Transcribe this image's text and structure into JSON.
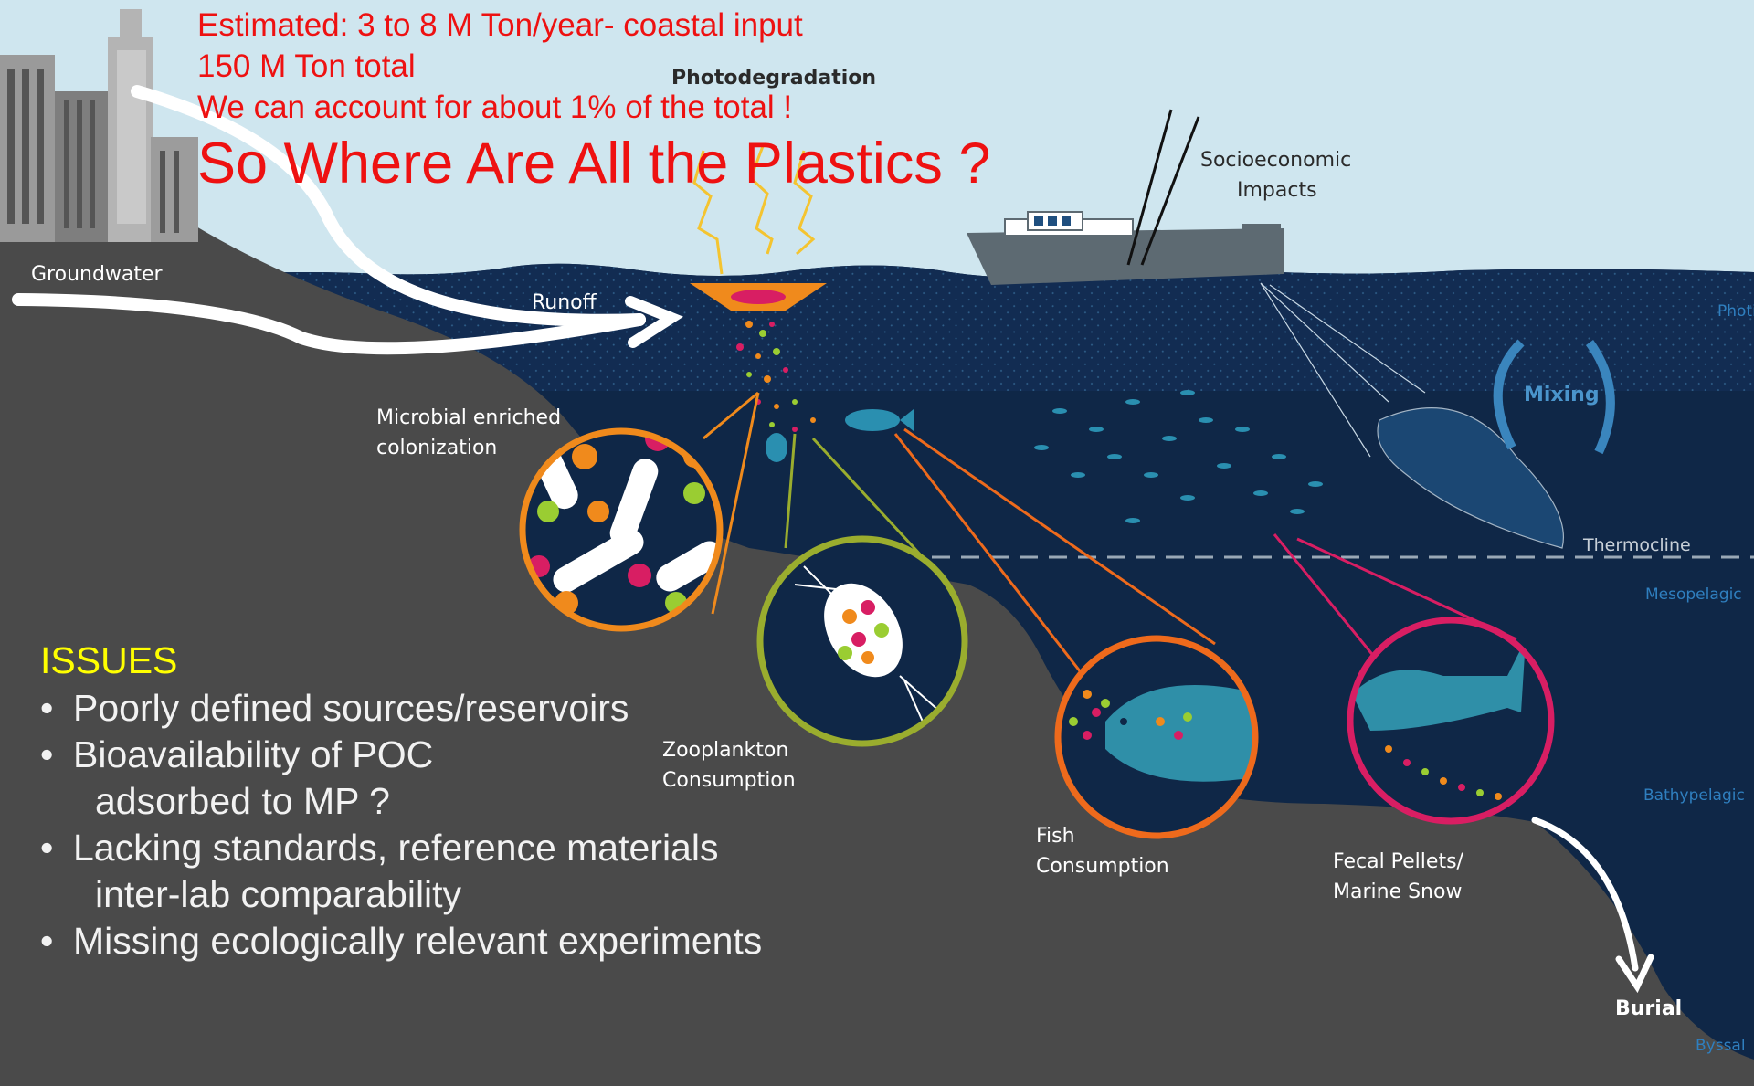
{
  "annotations": {
    "estimate_line": "Estimated: 3 to 8 M Ton/year- coastal input",
    "total_line": "150 M Ton total",
    "account_line": "We can account for about 1% of the total !",
    "headline": "So Where Are All the Plastics ?"
  },
  "diagram_labels": {
    "photodegradation": "Photodegradation",
    "socioeconomic": "Socioeconomic",
    "impacts": "Impacts",
    "groundwater": "Groundwater",
    "runoff": "Runoff",
    "microbial_line1": "Microbial  enriched",
    "microbial_line2": "colonization",
    "zooplankton_line1": "Zooplankton",
    "zooplankton_line2": "Consumption",
    "fish_line1": "Fish",
    "fish_line2": "Consumption",
    "fecal_line1": "Fecal Pellets/",
    "fecal_line2": "Marine Snow",
    "burial": "Burial",
    "mixing": "Mixing",
    "thermocline": "Thermocline"
  },
  "zones": {
    "photic": "Photic",
    "mesopelagic": "Mesopelagic",
    "bathypelagic": "Bathypelagic",
    "byssal": "Byssal"
  },
  "issues": {
    "title": "ISSUES",
    "item1": "Poorly defined sources/reservoirs",
    "item2_line1": "Bioavailability of POC",
    "item2_line2": "adsorbed to MP ?",
    "item3_line1": "Lacking standards, reference materials",
    "item3_line2": "inter-lab comparability",
    "item4": "Missing ecologically relevant experiments"
  },
  "colors": {
    "sky": "#cfe6ef",
    "ocean": "#0f2747",
    "land": "#4a4a4a",
    "annotation_red": "#ee1111",
    "issues_yellow": "#ffff00",
    "microbial_ring": "#f08a1c",
    "zooplankton_ring": "#9aad2e",
    "fish_ring": "#ee6a1c",
    "fecal_ring": "#d81e63",
    "fish_body": "#2f8fa8"
  }
}
